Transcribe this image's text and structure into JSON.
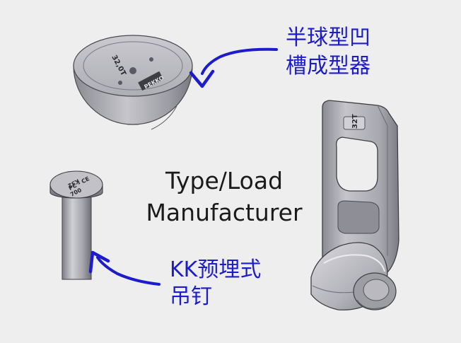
{
  "labels": {
    "former": [
      "半球型凹",
      "槽成型器"
    ],
    "anchor": [
      "KK预埋式",
      "吊钉"
    ],
    "center": [
      "Type/Load",
      "Manufacturer"
    ]
  },
  "part_markings": {
    "former_load": "32,0T",
    "former_brand": "PEKKO",
    "anchor_head": [
      "K32",
      "PC - CE",
      "700"
    ],
    "clutch_plate": "32T"
  },
  "colors": {
    "background": "#eeeeee",
    "arrow": "#1c1ccc",
    "part_fill": "#b2b2b8",
    "part_shadow": "#7e7e86",
    "part_light": "#d6d6dc",
    "outline": "#3a3a3e"
  }
}
